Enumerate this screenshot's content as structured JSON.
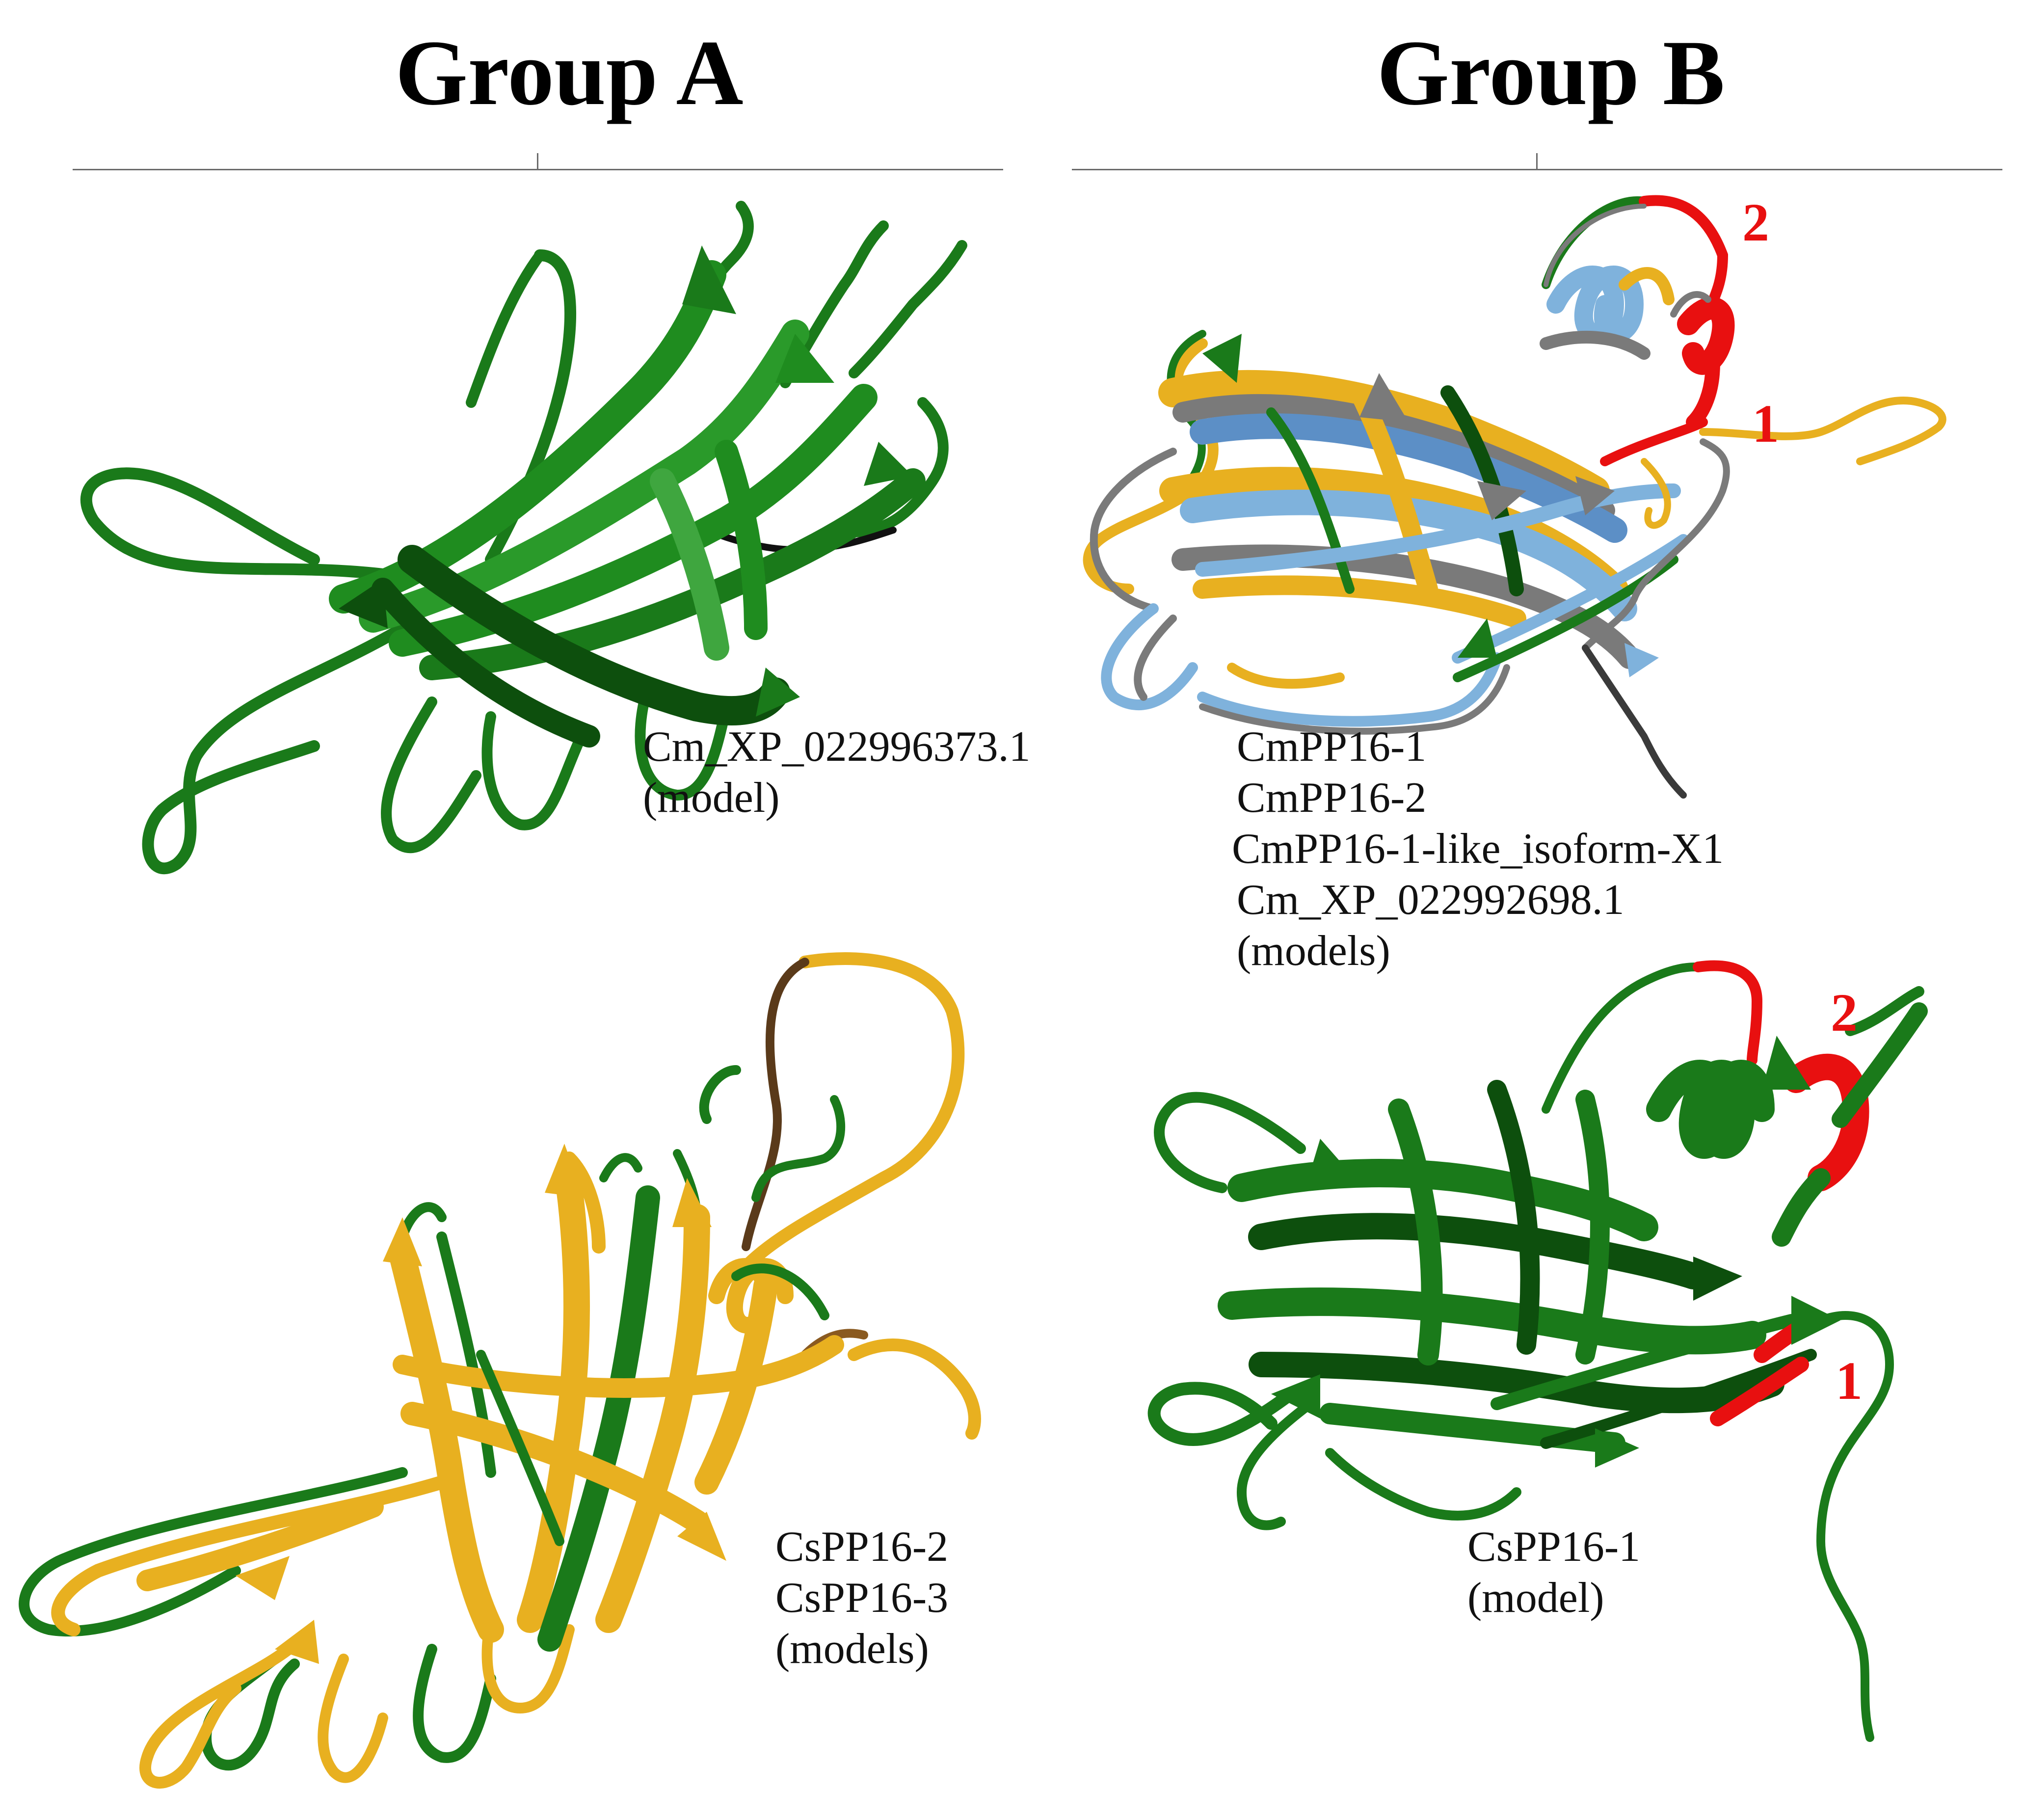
{
  "groups": [
    {
      "title": "Group A"
    },
    {
      "title": "Group B"
    }
  ],
  "panels": {
    "a_top": {
      "labels": [
        "Cm_XP_022996373.1",
        "(model)"
      ]
    },
    "a_bottom": {
      "labels": [
        "CsPP16-2",
        "CsPP16-3",
        "(models)"
      ]
    },
    "b_top": {
      "labels": [
        "CmPP16-1",
        "CmPP16-2",
        "CmPP16-1-like_isoform-X1",
        "Cm_XP_022992698.1",
        "(models)"
      ],
      "regions": [
        "2",
        "1"
      ]
    },
    "b_bottom": {
      "labels": [
        "CsPP16-1",
        "(model)"
      ],
      "regions": [
        "2",
        "1"
      ]
    }
  },
  "colors": {
    "green": "#1a7a1a",
    "dark_green": "#0d4f0d",
    "light_green": "#3fa63f",
    "gold": "#e8b020",
    "blue": "#7fb2dc",
    "gray": "#7a7a7a",
    "dark_gray": "#3a3a3a",
    "brown": "#5a3a1a",
    "red": "#e81010",
    "rule": "#6b6b6b"
  }
}
